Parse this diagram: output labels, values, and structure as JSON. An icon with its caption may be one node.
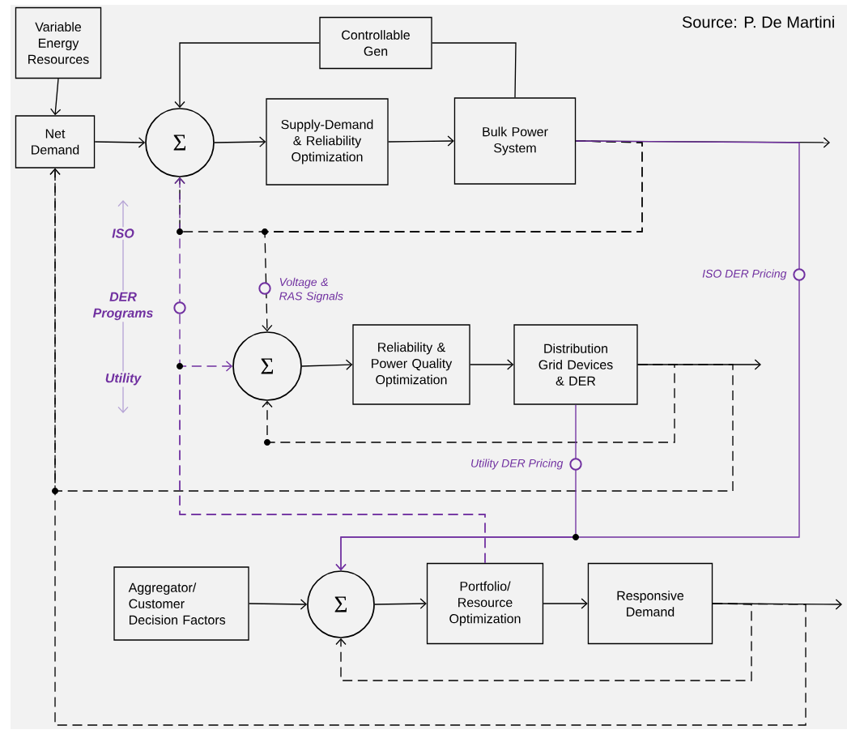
{
  "diagram": {
    "nodes": [
      {
        "text": [
          "Variable Energy Resources"
        ]
      },
      {
        "text": [
          "Net Demand"
        ]
      },
      {
        "text": [
          "Σ"
        ]
      },
      {
        "text": [
          "Controllable Gen"
        ]
      },
      {
        "text": [
          "Supply-Demand & Reliability Optimization"
        ]
      },
      {
        "text": [
          "Bulk Power System"
        ]
      },
      {
        "text": [
          "Σ"
        ]
      },
      {
        "text": [
          "Reliability & Power Quality Optimization"
        ]
      },
      {
        "text": [
          "Distribution Grid Devices & DER"
        ]
      },
      {
        "text": [
          "Aggregator/ Customer Decision Factors"
        ]
      },
      {
        "text": [
          "Σ"
        ]
      },
      {
        "text": [
          "Portfolio/ Resource Optimization"
        ]
      },
      {
        "text": [
          "Responsive Demand"
        ]
      }
    ],
    "edges": [
      {
        "from": 0,
        "to": 1,
        "arrow": "to"
      },
      {
        "from": 1,
        "to": 2,
        "arrow": "to"
      },
      {
        "from": 3,
        "to": 2,
        "arrow": "to"
      },
      {
        "from": 5,
        "to": 3,
        "arrow": "none"
      },
      {
        "from": 2,
        "to": 4,
        "arrow": "to"
      },
      {
        "from": 4,
        "to": 5,
        "arrow": "to"
      },
      {
        "from": 5,
        "to": null,
        "arrow": "to"
      },
      {
        "from": 5,
        "to": 2,
        "arrow": "to",
        "style": "dashed"
      },
      {
        "from": 5,
        "to": 6,
        "arrow": "to",
        "style": "dashed",
        "label": "Voltage & RAS Signals"
      },
      {
        "from": 8,
        "to": 6,
        "arrow": "to",
        "style": "dashed"
      },
      {
        "from": 8,
        "to": 1,
        "arrow": "to",
        "style": "dashed"
      },
      {
        "from": 12,
        "to": 1,
        "arrow": "to",
        "style": "dashed"
      },
      {
        "from": 8,
        "to": null,
        "arrow": "to"
      },
      {
        "from": 7,
        "to": 8,
        "arrow": "to"
      },
      {
        "from": 6,
        "to": 7,
        "arrow": "to"
      },
      {
        "from": 11,
        "to": 2,
        "arrow": "to",
        "style": "dashed",
        "color": "#7030a0"
      },
      {
        "from": 11,
        "to": 6,
        "arrow": "to",
        "style": "dashed",
        "color": "#7030a0"
      },
      {
        "from": 8,
        "to": 10,
        "arrow": "to",
        "color": "#7030a0",
        "label": "Utility DER Pricing"
      },
      {
        "from": 5,
        "to": 10,
        "arrow": "to",
        "color": "#7030a0",
        "label": "ISO DER Pricing"
      },
      {
        "from": 9,
        "to": 10,
        "arrow": "to"
      },
      {
        "from": 10,
        "to": 11,
        "arrow": "to"
      },
      {
        "from": 11,
        "to": 12,
        "arrow": "to"
      },
      {
        "from": 12,
        "to": null,
        "arrow": "to"
      },
      {
        "from": 12,
        "to": 10,
        "arrow": "to",
        "style": "dashed"
      }
    ],
    "labels": [
      "Source: P. De Martini",
      "ISO",
      "DER Programs",
      "Utility"
    ]
  }
}
